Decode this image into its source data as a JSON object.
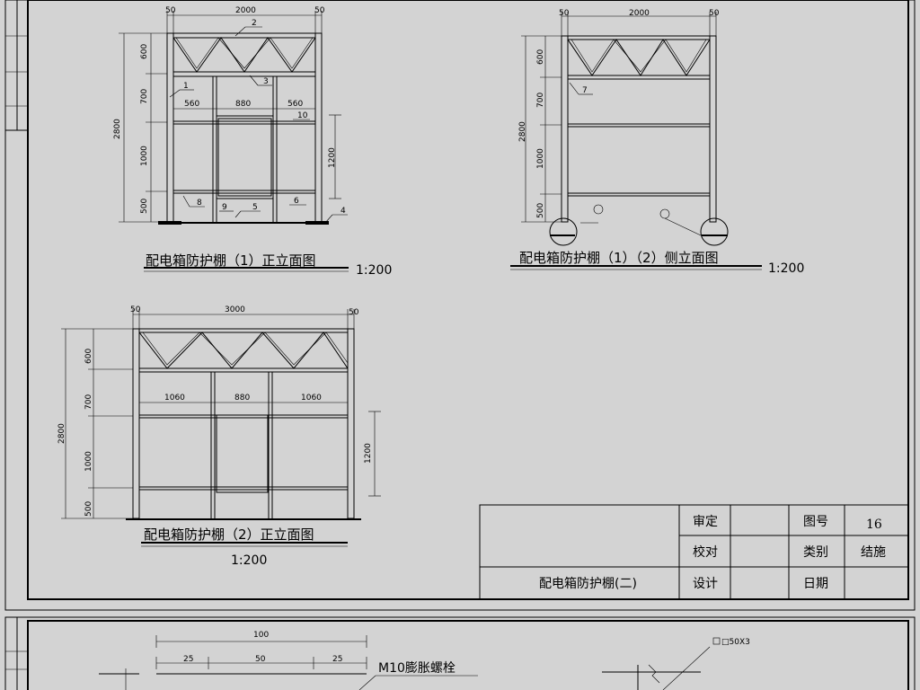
{
  "sheet_top": {
    "view1": {
      "title": "配电箱防护棚（1）正立面图",
      "scale": "1:200",
      "dims_top": [
        "50",
        "2000",
        "50"
      ],
      "dims_mid": [
        "560",
        "880",
        "560"
      ],
      "dims_left": [
        "600",
        "700",
        "1000",
        "500"
      ],
      "dim_total": "2800",
      "dim_right": "1200",
      "callouts": [
        "1",
        "2",
        "3",
        "4",
        "5",
        "6",
        "8",
        "9",
        "10"
      ]
    },
    "view2": {
      "title": "配电箱防护棚（1）（2）侧立面图",
      "scale": "1:200",
      "dims_top": [
        "50",
        "2000",
        "50"
      ],
      "dims_left": [
        "600",
        "700",
        "1000",
        "500"
      ],
      "dim_total": "2800",
      "callouts": [
        "7"
      ]
    },
    "view3": {
      "title": "配电箱防护棚（2）正立面图",
      "scale": "1:200",
      "dims_top": [
        "50",
        "3000",
        "50"
      ],
      "dims_mid": [
        "1060",
        "880",
        "1060"
      ],
      "dims_left": [
        "600",
        "700",
        "1000",
        "500"
      ],
      "dim_total": "2800",
      "dim_right": "1200"
    },
    "title_block": {
      "drawing_name": "配电箱防护棚(二)",
      "review_label": "审定",
      "check_label": "校对",
      "design_label": "设计",
      "fig_no_label": "图号",
      "fig_no_value": "16",
      "category_label": "类别",
      "category_value": "结施",
      "date_label": "日期"
    }
  },
  "sheet_bottom": {
    "dims": [
      "100",
      "25",
      "50",
      "25"
    ],
    "bolt_label": "M10膨胀螺栓",
    "section_label": "□50X3"
  }
}
